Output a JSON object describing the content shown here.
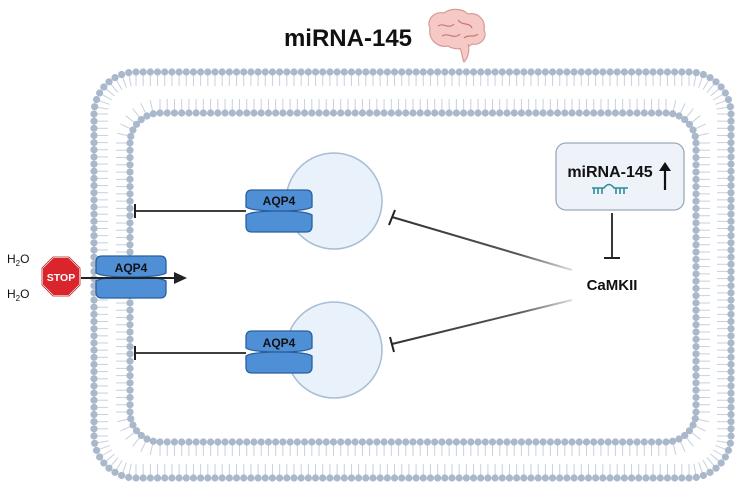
{
  "title": "miRNA-145",
  "title_icon": "brain-icon",
  "water_top": {
    "base": "H",
    "sub": "2",
    "end": "O"
  },
  "water_bottom": {
    "base": "H",
    "sub": "2",
    "end": "O"
  },
  "stop_sign": {
    "label": "STOP",
    "color": "#d9252b"
  },
  "channel_membrane": "AQP4",
  "channel_vesicle_top": "AQP4",
  "channel_vesicle_bottom": "AQP4",
  "mirna_box": {
    "label": "miRNA-145",
    "trend_icon": "up-arrow-icon"
  },
  "camkii_label": "CaMKII",
  "colors": {
    "membrane_bead": "#a9b8ca",
    "membrane_tail": "#c7d1de",
    "channel_fill": "#4f8fd6",
    "channel_stroke": "#2a5f9e",
    "vesicle_fill": "#e9f1fa",
    "vesicle_stroke": "#a8bdd6",
    "mirna_box_fill": "#eef3f9",
    "rna_color": "#2e8c9a"
  }
}
